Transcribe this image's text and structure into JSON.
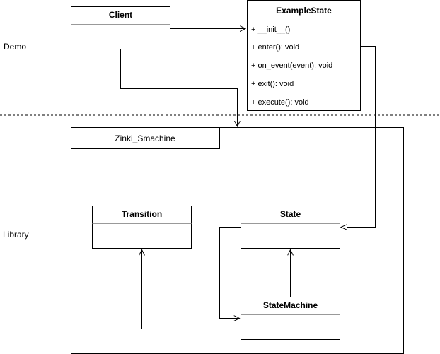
{
  "layers": {
    "demo": "Demo",
    "library": "Library"
  },
  "package": {
    "name": "Zinki_Smachine"
  },
  "classes": {
    "client": {
      "name": "Client"
    },
    "example_state": {
      "name": "ExampleState",
      "members": [
        "+ __init__()",
        "+ enter(): void",
        "+ on_event(event): void",
        "+ exit(): void",
        "+ execute(): void"
      ]
    },
    "transition": {
      "name": "Transition"
    },
    "state": {
      "name": "State"
    },
    "state_machine": {
      "name": "StateMachine"
    }
  }
}
